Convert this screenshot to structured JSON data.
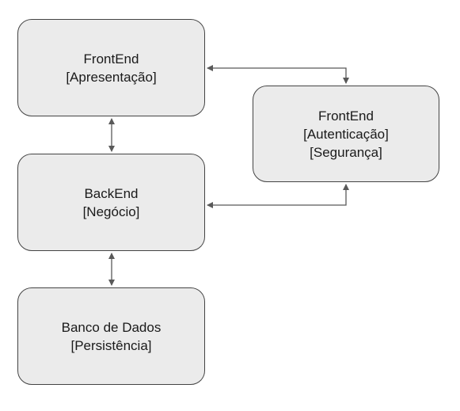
{
  "nodes": {
    "frontend_apresentacao": {
      "line1": "FrontEnd",
      "line2": "[Apresentação]"
    },
    "frontend_autenticacao": {
      "line1": "FrontEnd",
      "line2": "[Autenticação]",
      "line3": "[Segurança]"
    },
    "backend": {
      "line1": "BackEnd",
      "line2": "[Negócio]"
    },
    "banco_dados": {
      "line1": "Banco de Dados",
      "line2": "[Persistência]"
    }
  },
  "edges": [
    {
      "from": "frontend_apresentacao",
      "to": "backend",
      "bidirectional": true
    },
    {
      "from": "backend",
      "to": "banco_dados",
      "bidirectional": true
    },
    {
      "from": "frontend_apresentacao",
      "to": "frontend_autenticacao",
      "bidirectional": true
    },
    {
      "from": "backend",
      "to": "frontend_autenticacao",
      "bidirectional": true
    }
  ],
  "colors": {
    "node_fill": "#ebebeb",
    "node_border": "#444444",
    "connector": "#595959"
  }
}
